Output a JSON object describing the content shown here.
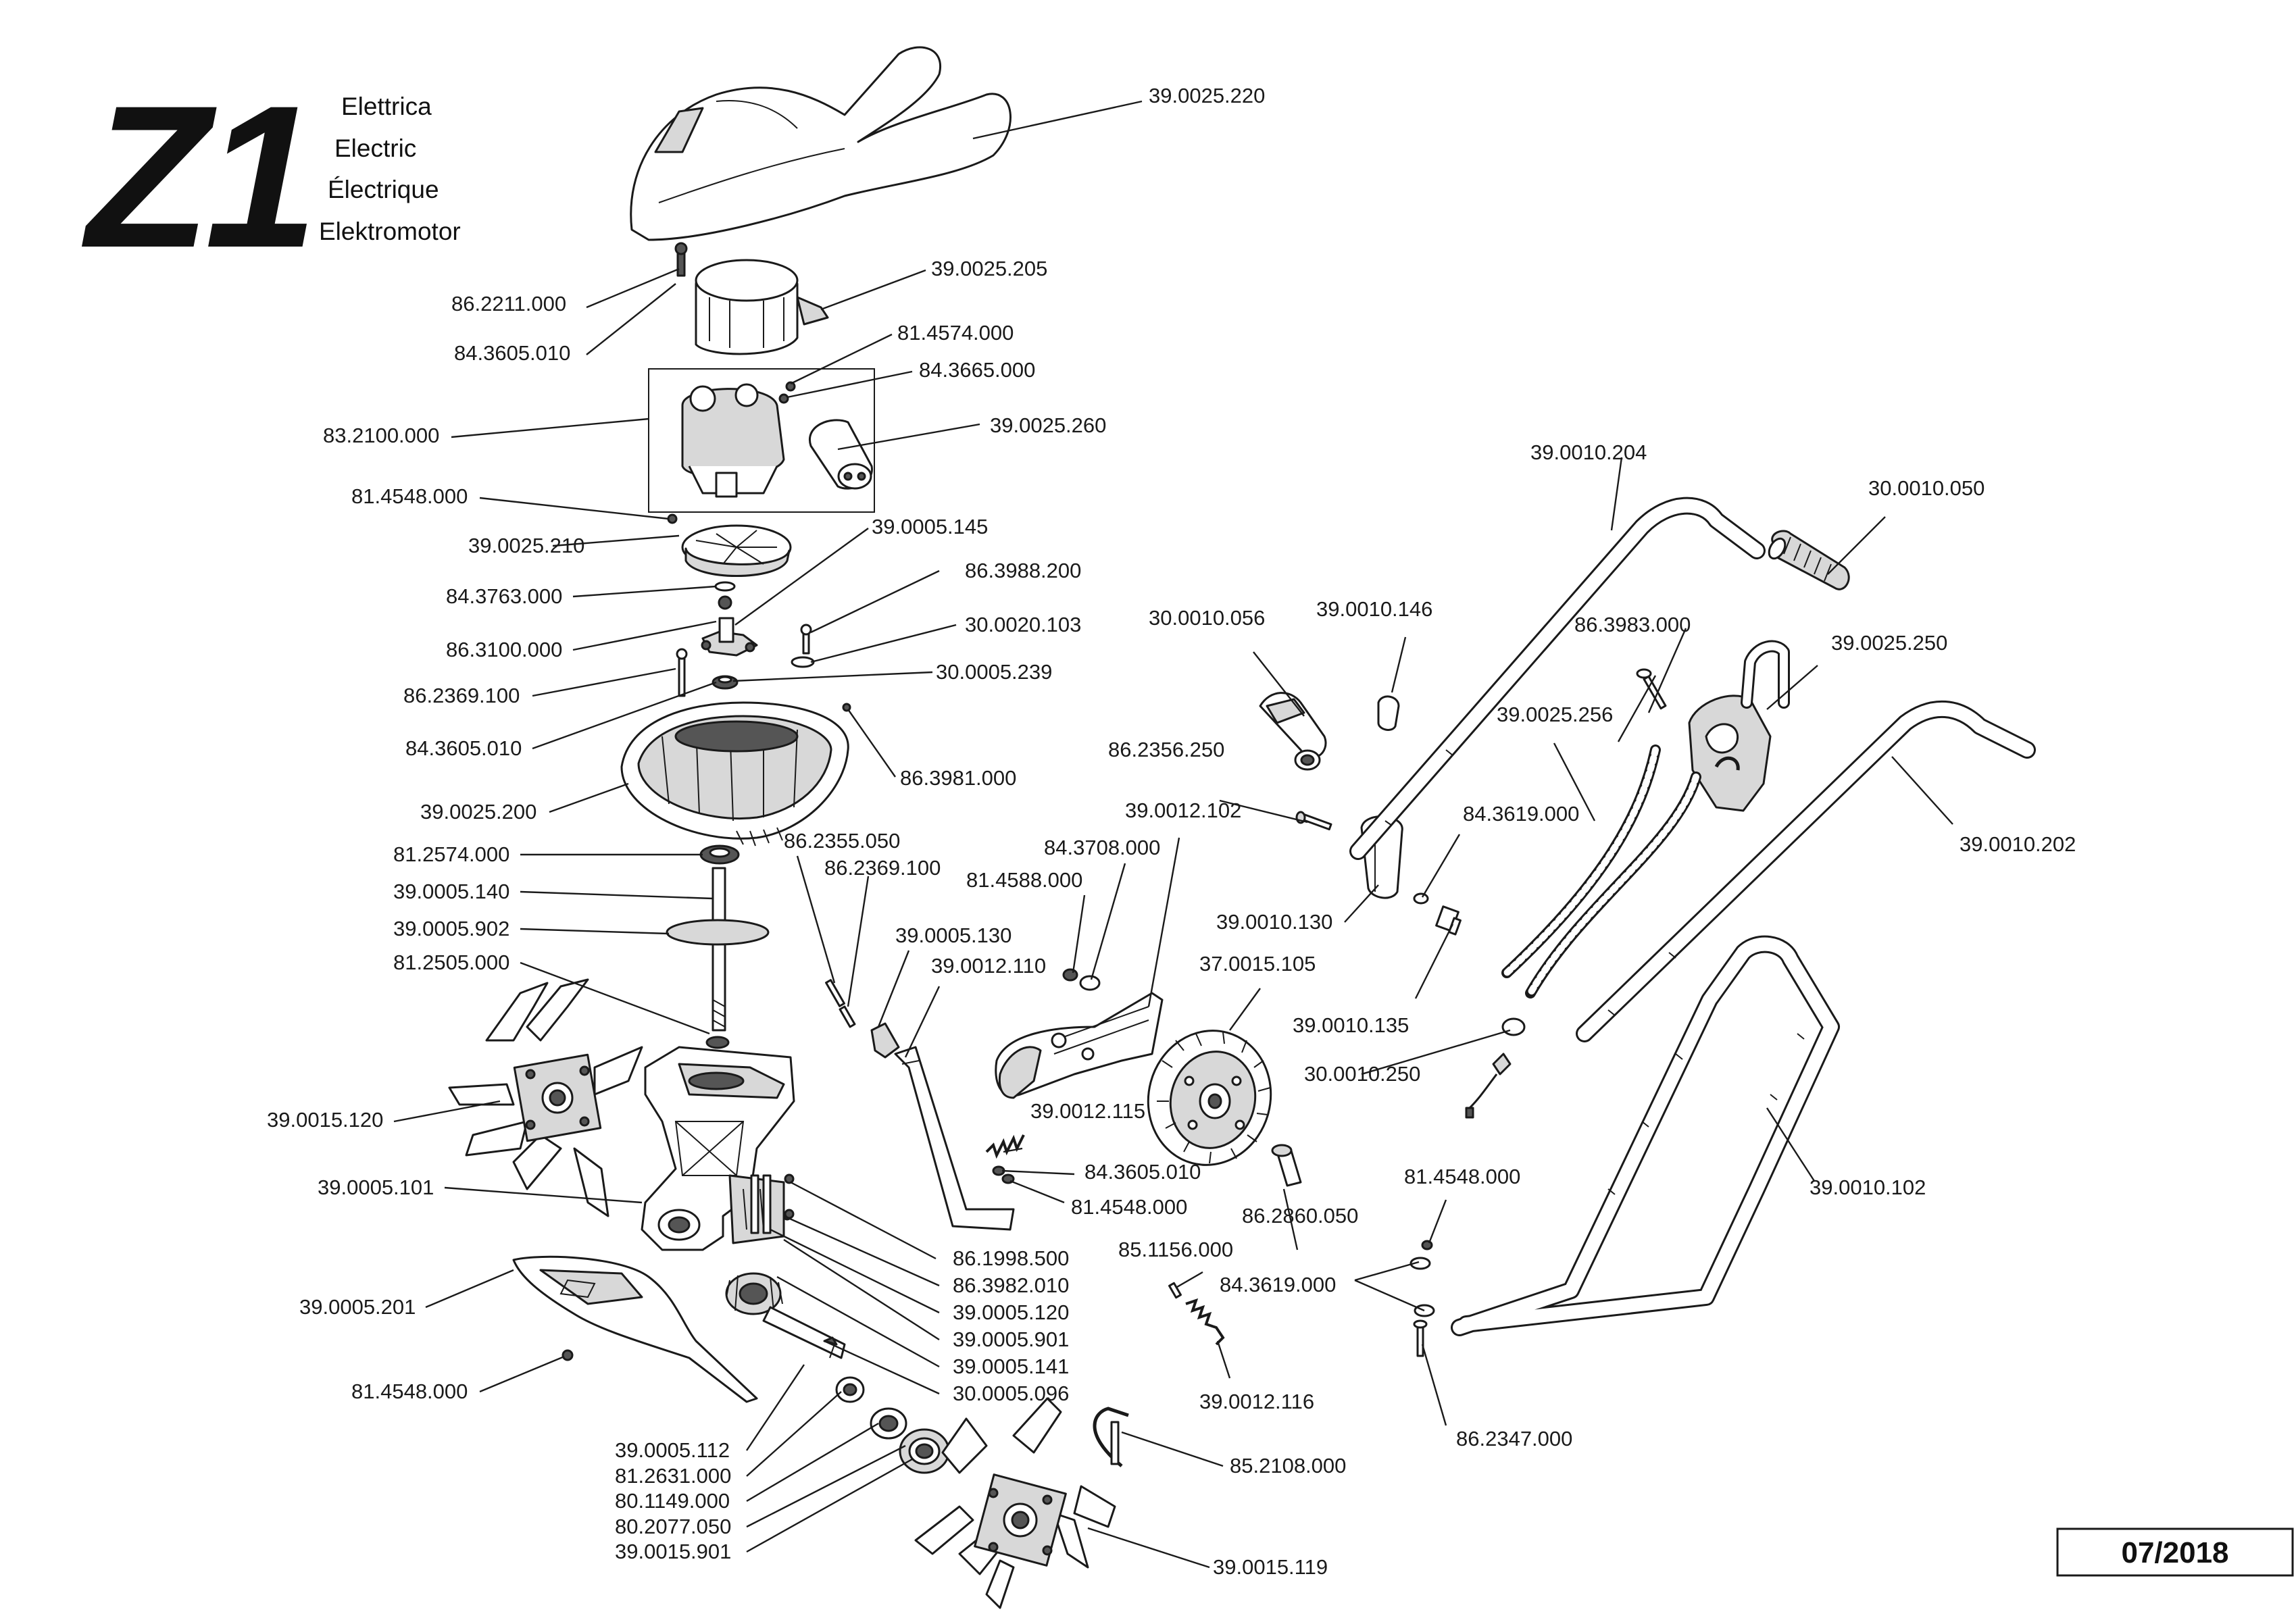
{
  "header": {
    "model": "Z1",
    "languages": [
      "Elettrica",
      "Electric",
      "Électrique",
      "Elektromotor"
    ]
  },
  "revision_date": "07/2018",
  "parts": [
    "39.0025.220",
    "39.0025.205",
    "86.2211.000",
    "84.3605.010",
    "81.4574.000",
    "84.3665.000",
    "83.2100.000",
    "39.0025.260",
    "81.4548.000",
    "39.0025.210",
    "39.0005.145",
    "86.3988.200",
    "84.3763.000",
    "86.3100.000",
    "30.0020.103",
    "86.2369.100",
    "30.0005.239",
    "84.3605.010",
    "86.3981.000",
    "39.0025.200",
    "81.2574.000",
    "39.0005.140",
    "39.0005.902",
    "81.2505.000",
    "39.0015.120",
    "39.0005.101",
    "39.0005.201",
    "81.4548.000",
    "86.1998.500",
    "86.3982.010",
    "39.0005.120",
    "39.0005.901",
    "39.0005.141",
    "30.0005.096",
    "39.0005.112",
    "81.2631.000",
    "80.1149.000",
    "80.2077.050",
    "39.0015.901",
    "39.0015.119",
    "85.2108.000",
    "86.2355.050",
    "86.2369.100",
    "39.0005.130",
    "39.0012.110",
    "84.3708.000",
    "81.4588.000",
    "39.0012.102",
    "39.0012.115",
    "84.3605.010",
    "81.4548.000",
    "86.2356.250",
    "30.0010.056",
    "39.0010.146",
    "39.0010.130",
    "37.0015.105",
    "86.2860.050",
    "85.1156.000",
    "39.0012.116",
    "39.0010.135",
    "84.3619.000",
    "30.0010.250",
    "39.0025.256",
    "86.3983.000",
    "39.0025.250",
    "39.0010.204",
    "30.0010.050",
    "39.0010.202",
    "81.4548.000",
    "84.3619.000",
    "86.2347.000",
    "39.0010.102"
  ]
}
